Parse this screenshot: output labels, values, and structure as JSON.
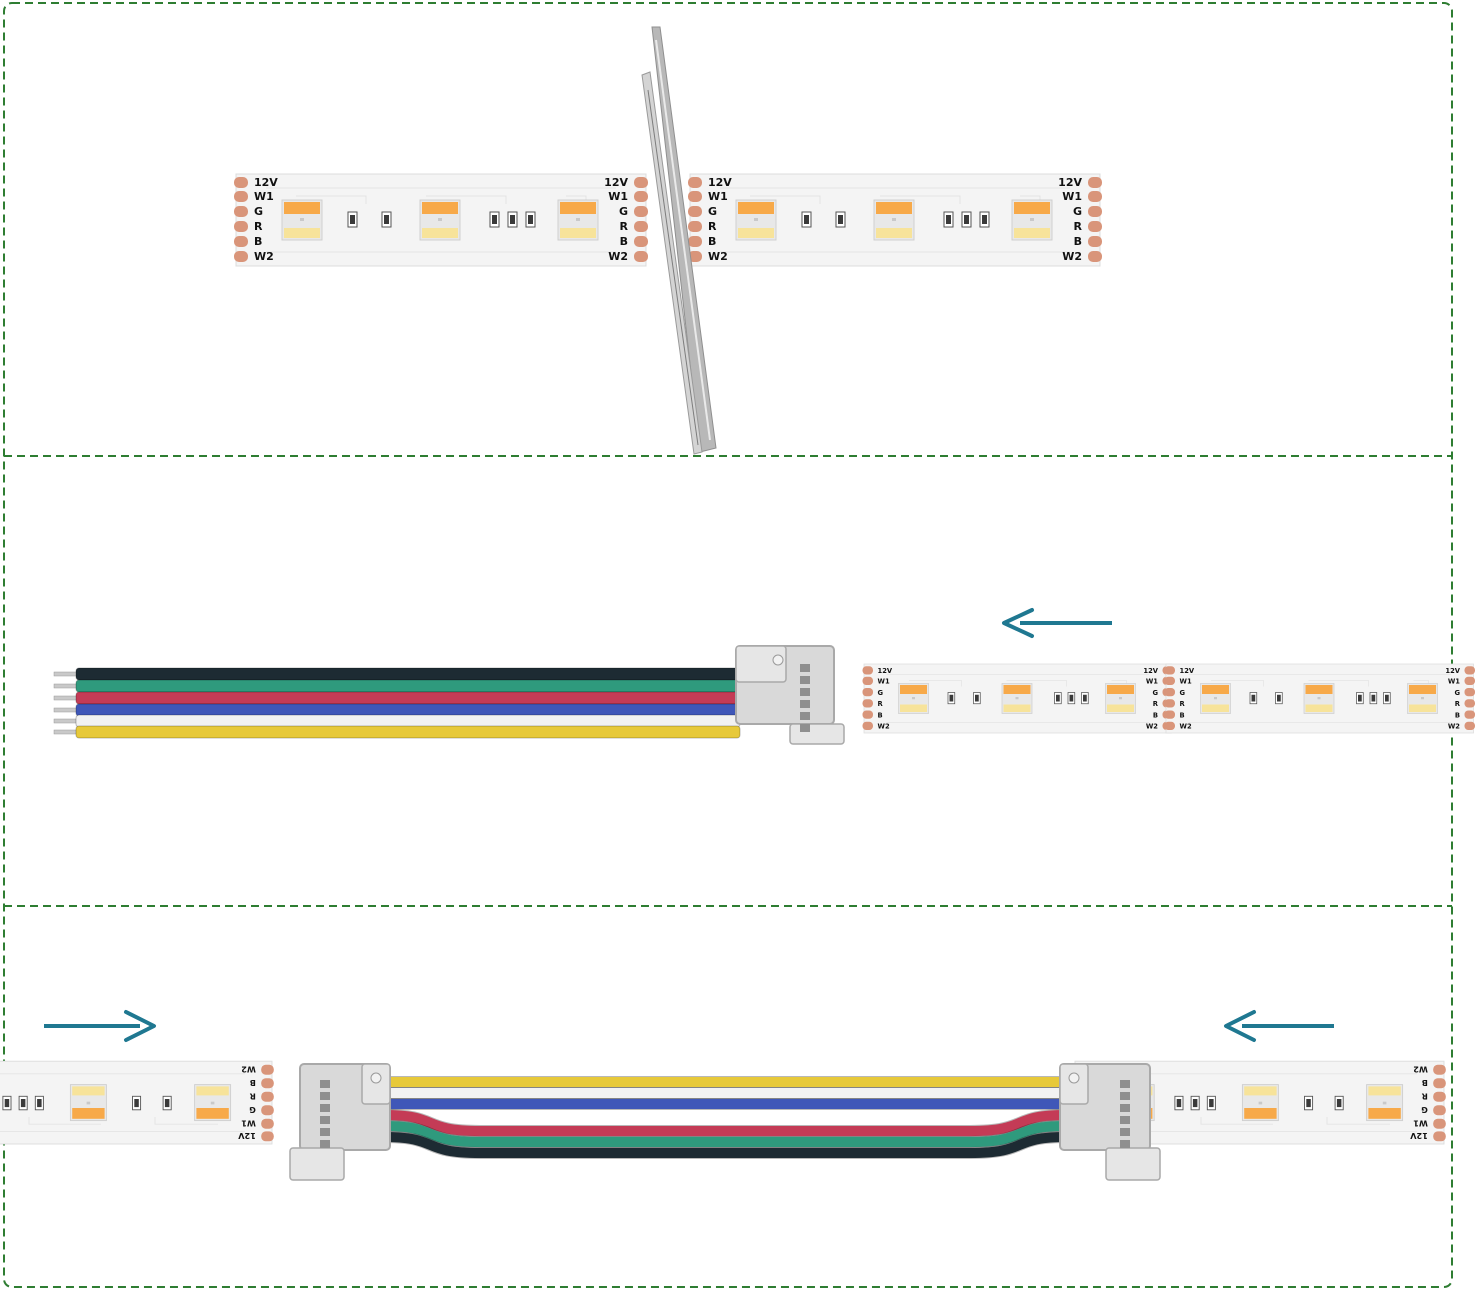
{
  "strip": {
    "pins": [
      "12V",
      "W1",
      "G",
      "R",
      "B",
      "W2"
    ],
    "pad_color": "#d9957a",
    "board_color": "#f4f4f4",
    "led_orange": "#f7a949",
    "led_yellow": "#f7e39a"
  },
  "wires": [
    "#1d2b33",
    "#2f9a7d",
    "#c43b56",
    "#3f57b8",
    "#f2f2f2",
    "#e7c93a"
  ],
  "connector_color": "#d9d9d9",
  "arrow_color": "#1f7891",
  "border_color": "#2e7d32"
}
